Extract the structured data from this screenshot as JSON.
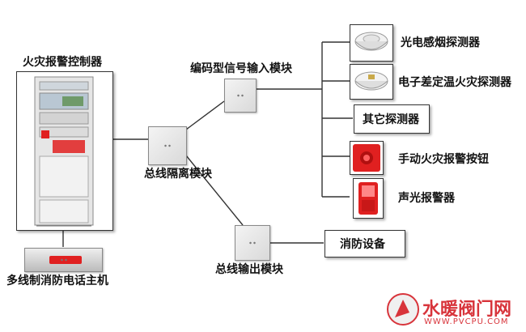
{
  "controller": {
    "title": "火灾报警控制器"
  },
  "phone_host": {
    "label": "多线制消防电话主机"
  },
  "isolation_module": {
    "label": "总线隔离模块"
  },
  "input_module": {
    "label": "编码型信号输入模块"
  },
  "output_module": {
    "label": "总线输出模块"
  },
  "detectors": [
    {
      "label": "光电感烟探测器",
      "icon": "smoke-detector-icon"
    },
    {
      "label": "电子差定温火灾探测器",
      "icon": "heat-detector-icon"
    },
    {
      "label": "其它探测器",
      "icon": ""
    },
    {
      "label": "手动火灾报警按钮",
      "icon": "manual-call-point-icon"
    },
    {
      "label": "声光报警器",
      "icon": "sounder-strobe-icon"
    }
  ],
  "fire_equipment": {
    "label": "消防设备"
  },
  "watermark": {
    "text": "水暖阀门网",
    "url": "WWW.PVCPU.COM",
    "color": "#d8343b"
  },
  "colors": {
    "alarm_red": "#e02020",
    "line": "#333333"
  }
}
